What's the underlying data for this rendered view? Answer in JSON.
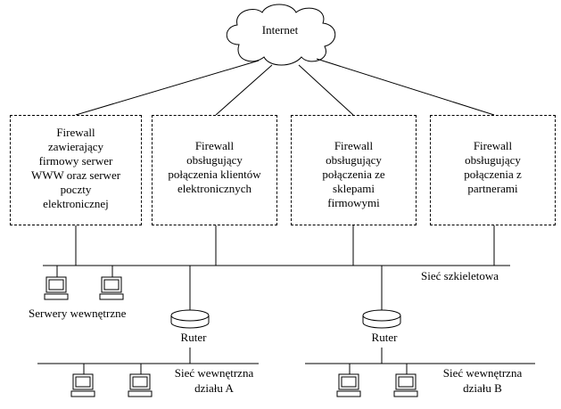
{
  "internet": {
    "label": "Internet"
  },
  "firewalls": [
    {
      "lines": [
        "Firewall",
        "zawierający",
        "firmowy serwer",
        "WWW oraz serwer",
        "poczty",
        "elektronicznej"
      ]
    },
    {
      "lines": [
        "Firewall",
        "obsługujący",
        "połączenia klientów",
        "elektronicznych"
      ]
    },
    {
      "lines": [
        "Firewall",
        "obsługujący",
        "połączenia ze",
        "sklepami",
        "firmowymi"
      ]
    },
    {
      "lines": [
        "Firewall",
        "obsługujący",
        "połączenia z",
        "partnerami"
      ]
    }
  ],
  "backbone": {
    "label": "Sieć szkieletowa"
  },
  "internal_servers": {
    "label": "Serwery wewnętrzne"
  },
  "routers": [
    {
      "label": "Ruter"
    },
    {
      "label": "Ruter"
    }
  ],
  "dept_a": {
    "line1": "Sieć wewnętrzna",
    "line2": "działu A"
  },
  "dept_b": {
    "line1": "Sieć wewnętrzna",
    "line2": "działu B"
  }
}
